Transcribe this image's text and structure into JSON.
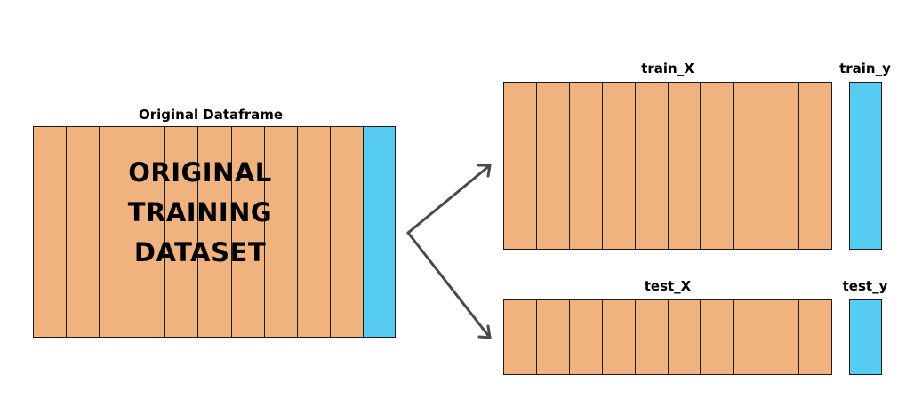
{
  "original": {
    "title": "Original Dataframe",
    "body_lines": [
      "ORIGINAL",
      "TRAINING",
      "DATASET"
    ],
    "feature_columns": 10
  },
  "outputs": {
    "train_x_label": "train_X",
    "train_y_label": "train_y",
    "test_x_label": "test_X",
    "test_y_label": "test_y",
    "feature_columns": 10
  },
  "colors": {
    "feature": "#f0b27f",
    "target": "#56ccf2",
    "arrow": "#4a4a4a",
    "border": "#1a1a1a"
  }
}
